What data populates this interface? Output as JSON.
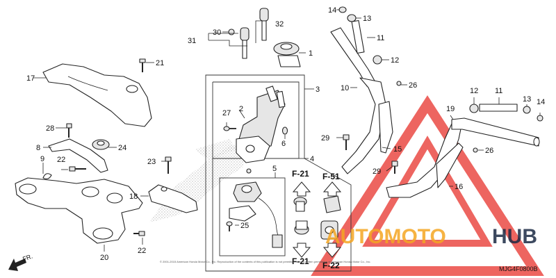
{
  "diagram": {
    "code": "MJG4F0800B",
    "copyright": "© 2001-2015 American Honda Motor Co., Inc. Reproduction of the contents of this publication is not permitted without written permission of American Honda Motor Co., Inc.",
    "front_label": "FR.",
    "watermark": {
      "part1": "AUTOMOTO",
      "part2": "HUB",
      "color_red": "#e8322b",
      "color_orange": "#f5a623",
      "color_dark": "#1b2a44"
    },
    "references": [
      "F-21",
      "F-51",
      "F-21",
      "F-22"
    ],
    "callouts": [
      "1",
      "2",
      "3",
      "4",
      "5",
      "6",
      "8",
      "9",
      "10",
      "11",
      "11",
      "12",
      "12",
      "13",
      "13",
      "14",
      "14",
      "15",
      "16",
      "17",
      "18",
      "19",
      "20",
      "21",
      "22",
      "22",
      "23",
      "24",
      "25",
      "26",
      "26",
      "27",
      "28",
      "29",
      "29",
      "30",
      "31",
      "32"
    ]
  }
}
